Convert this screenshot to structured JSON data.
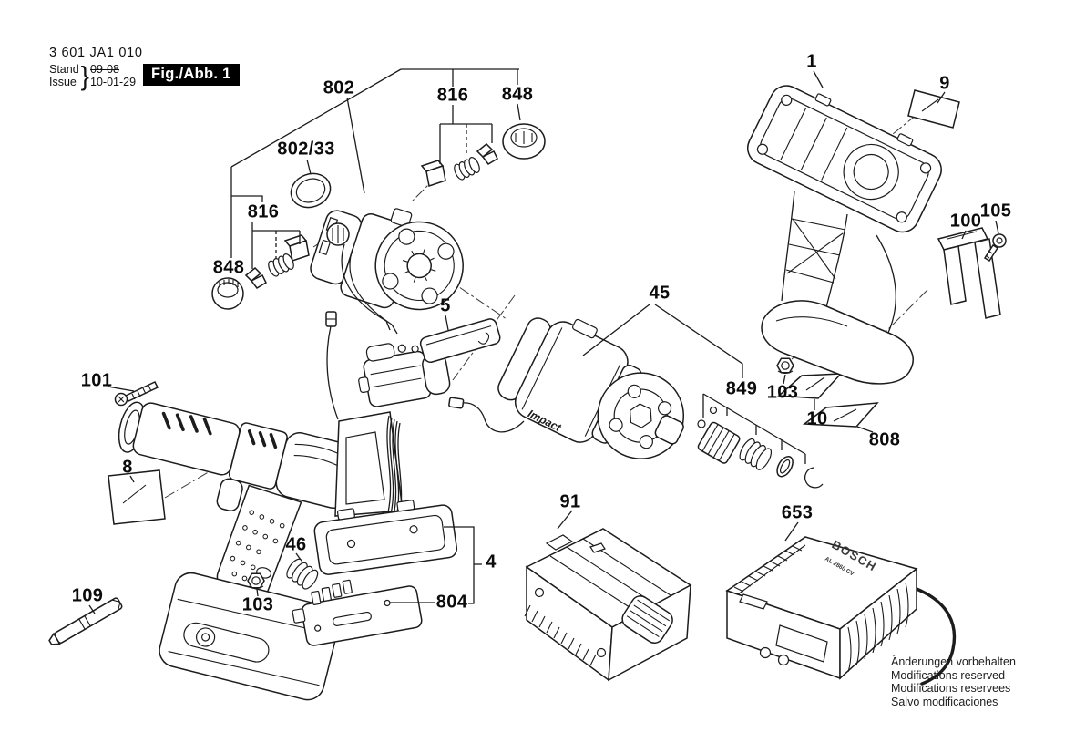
{
  "header": {
    "type_number": "3 601 JA1 010",
    "stand_label": "Stand",
    "issue_label": "Issue",
    "brace": "}",
    "stand_value": "09-08",
    "issue_value": "10-01-29",
    "figure_label": "Fig./Abb. 1"
  },
  "callouts": [
    {
      "id": "802",
      "text": "802"
    },
    {
      "id": "816-top",
      "text": "816"
    },
    {
      "id": "848-top",
      "text": "848"
    },
    {
      "id": "802-33",
      "text": "802/33"
    },
    {
      "id": "816-left",
      "text": "816"
    },
    {
      "id": "848-left",
      "text": "848"
    },
    {
      "id": "5",
      "text": "5"
    },
    {
      "id": "45",
      "text": "45"
    },
    {
      "id": "1",
      "text": "1"
    },
    {
      "id": "9",
      "text": "9"
    },
    {
      "id": "100",
      "text": "100"
    },
    {
      "id": "105",
      "text": "105"
    },
    {
      "id": "101",
      "text": "101"
    },
    {
      "id": "8",
      "text": "8"
    },
    {
      "id": "109",
      "text": "109"
    },
    {
      "id": "103-left",
      "text": "103"
    },
    {
      "id": "46",
      "text": "46"
    },
    {
      "id": "4",
      "text": "4"
    },
    {
      "id": "804",
      "text": "804"
    },
    {
      "id": "91",
      "text": "91"
    },
    {
      "id": "653",
      "text": "653"
    },
    {
      "id": "849",
      "text": "849"
    },
    {
      "id": "103-right",
      "text": "103"
    },
    {
      "id": "10",
      "text": "10"
    },
    {
      "id": "808",
      "text": "808"
    }
  ],
  "drawing_labels": {
    "impact": "Impact",
    "charger_brand": "BOSCH",
    "charger_model": "AL 2860 CV"
  },
  "footer": {
    "lines": [
      "Änderungen vorbehalten",
      "Modifications reserved",
      "Modifications reservees",
      "Salvo modificaciones"
    ]
  },
  "colors": {
    "ink": "#1c1c1c",
    "paper": "#ffffff",
    "figure_box_bg": "#000000",
    "figure_box_text": "#ffffff"
  }
}
